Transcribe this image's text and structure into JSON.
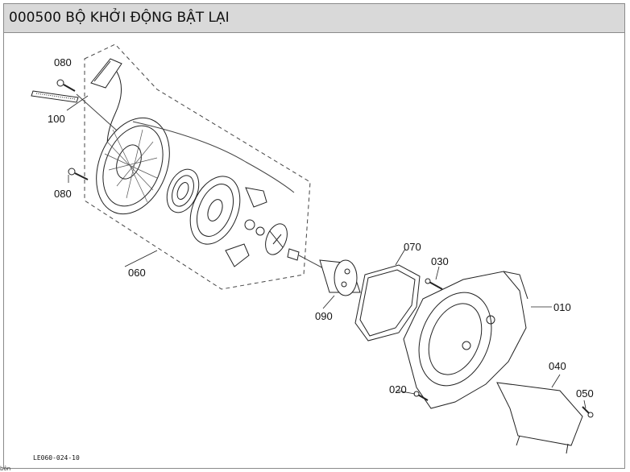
{
  "header": {
    "title": "000500 BỘ KHỞI ĐỘNG BẬT LẠI"
  },
  "diagram": {
    "drawing_code": "LE060-024-10",
    "parts": {
      "p080a": "080",
      "p100": "100",
      "p080b": "080",
      "p060": "060",
      "p070": "070",
      "p030": "030",
      "p090": "090",
      "p010": "010",
      "p020": "020",
      "p040": "040",
      "p050": "050"
    }
  },
  "footer": {
    "corner_text": "bôn"
  }
}
